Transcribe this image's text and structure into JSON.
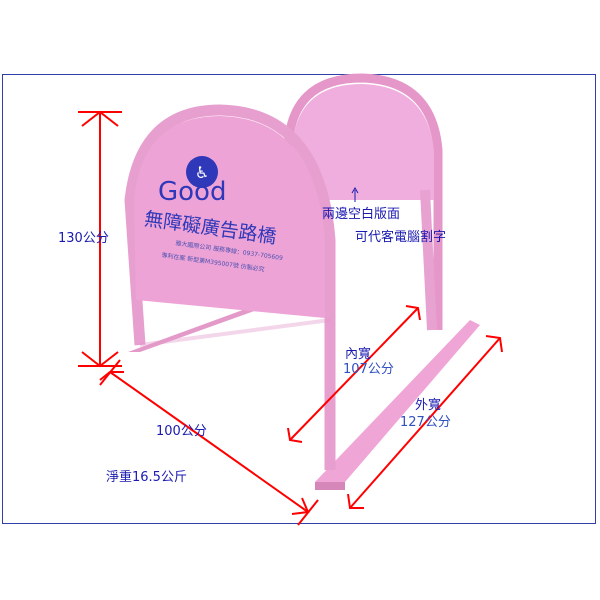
{
  "dimensions": {
    "height": "130公分",
    "length": "100公分",
    "inner_width_label": "內寬",
    "inner_width": "107公分",
    "outer_width_label": "外寬",
    "outer_width": "127公分",
    "net_weight": "淨重16.5公斤"
  },
  "notes": {
    "line1": "兩邊空白版面",
    "line2": "可代客電腦割字"
  },
  "sign": {
    "brand": "Good",
    "title": "無障礙廣告路橋",
    "small_line1": "雅大國際公司 服務專線：0937-705609",
    "small_line2": "專利在案 新型第M395007號 仿製必究"
  },
  "colors": {
    "frame_pink": "#e9a0cf",
    "arrow_red": "#ff0000",
    "text_blue": "#1a1ab0"
  }
}
